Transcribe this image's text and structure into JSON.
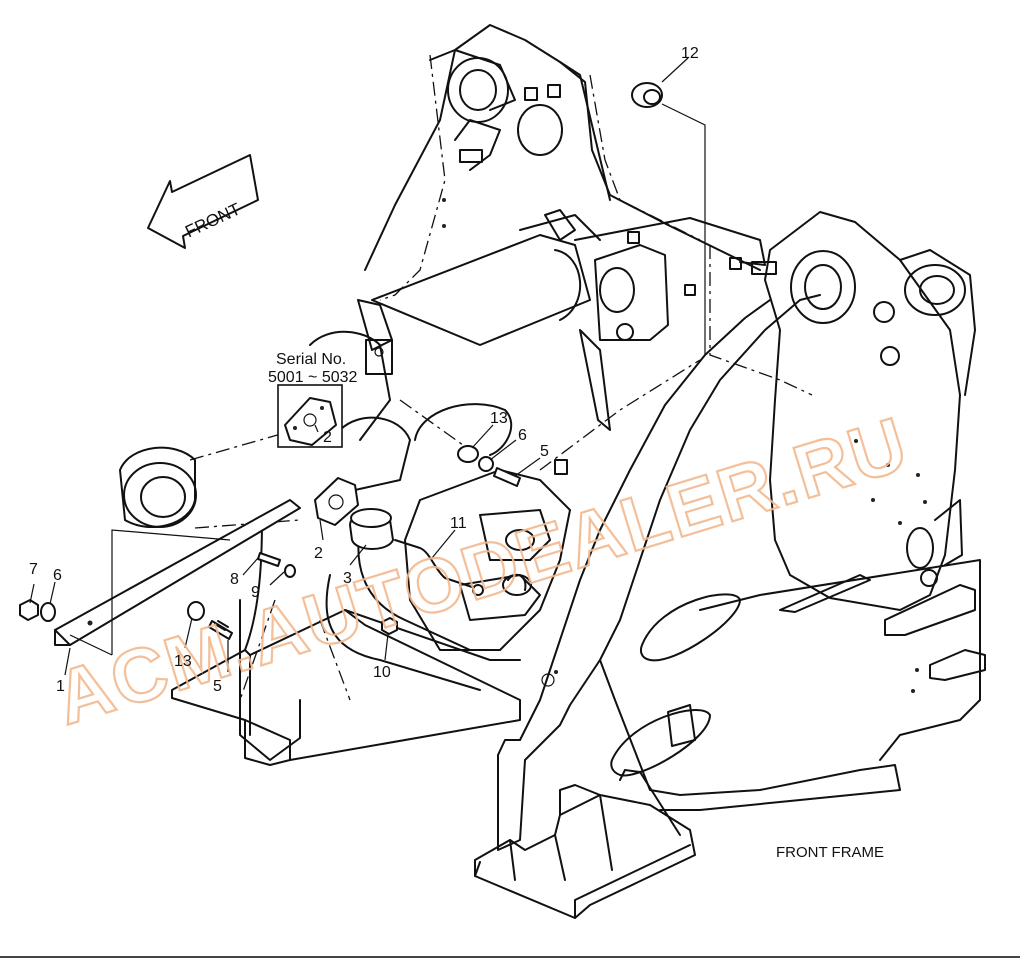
{
  "diagram": {
    "caption": "FRONT FRAME",
    "front_arrow_label": "FRONT",
    "serial_note_line1": "Serial No.",
    "serial_note_line2": "5001 ~ 5032",
    "watermark": "ACM.AUTODEALER.RU",
    "callouts": {
      "c1": "1",
      "c2_inset": "2",
      "c2": "2",
      "c3": "3",
      "c5a": "5",
      "c5b": "5",
      "c6a": "6",
      "c6b": "6",
      "c7": "7",
      "c8": "8",
      "c9": "9",
      "c10": "10",
      "c11": "11",
      "c12": "12",
      "c13a": "13",
      "c13b": "13"
    }
  }
}
